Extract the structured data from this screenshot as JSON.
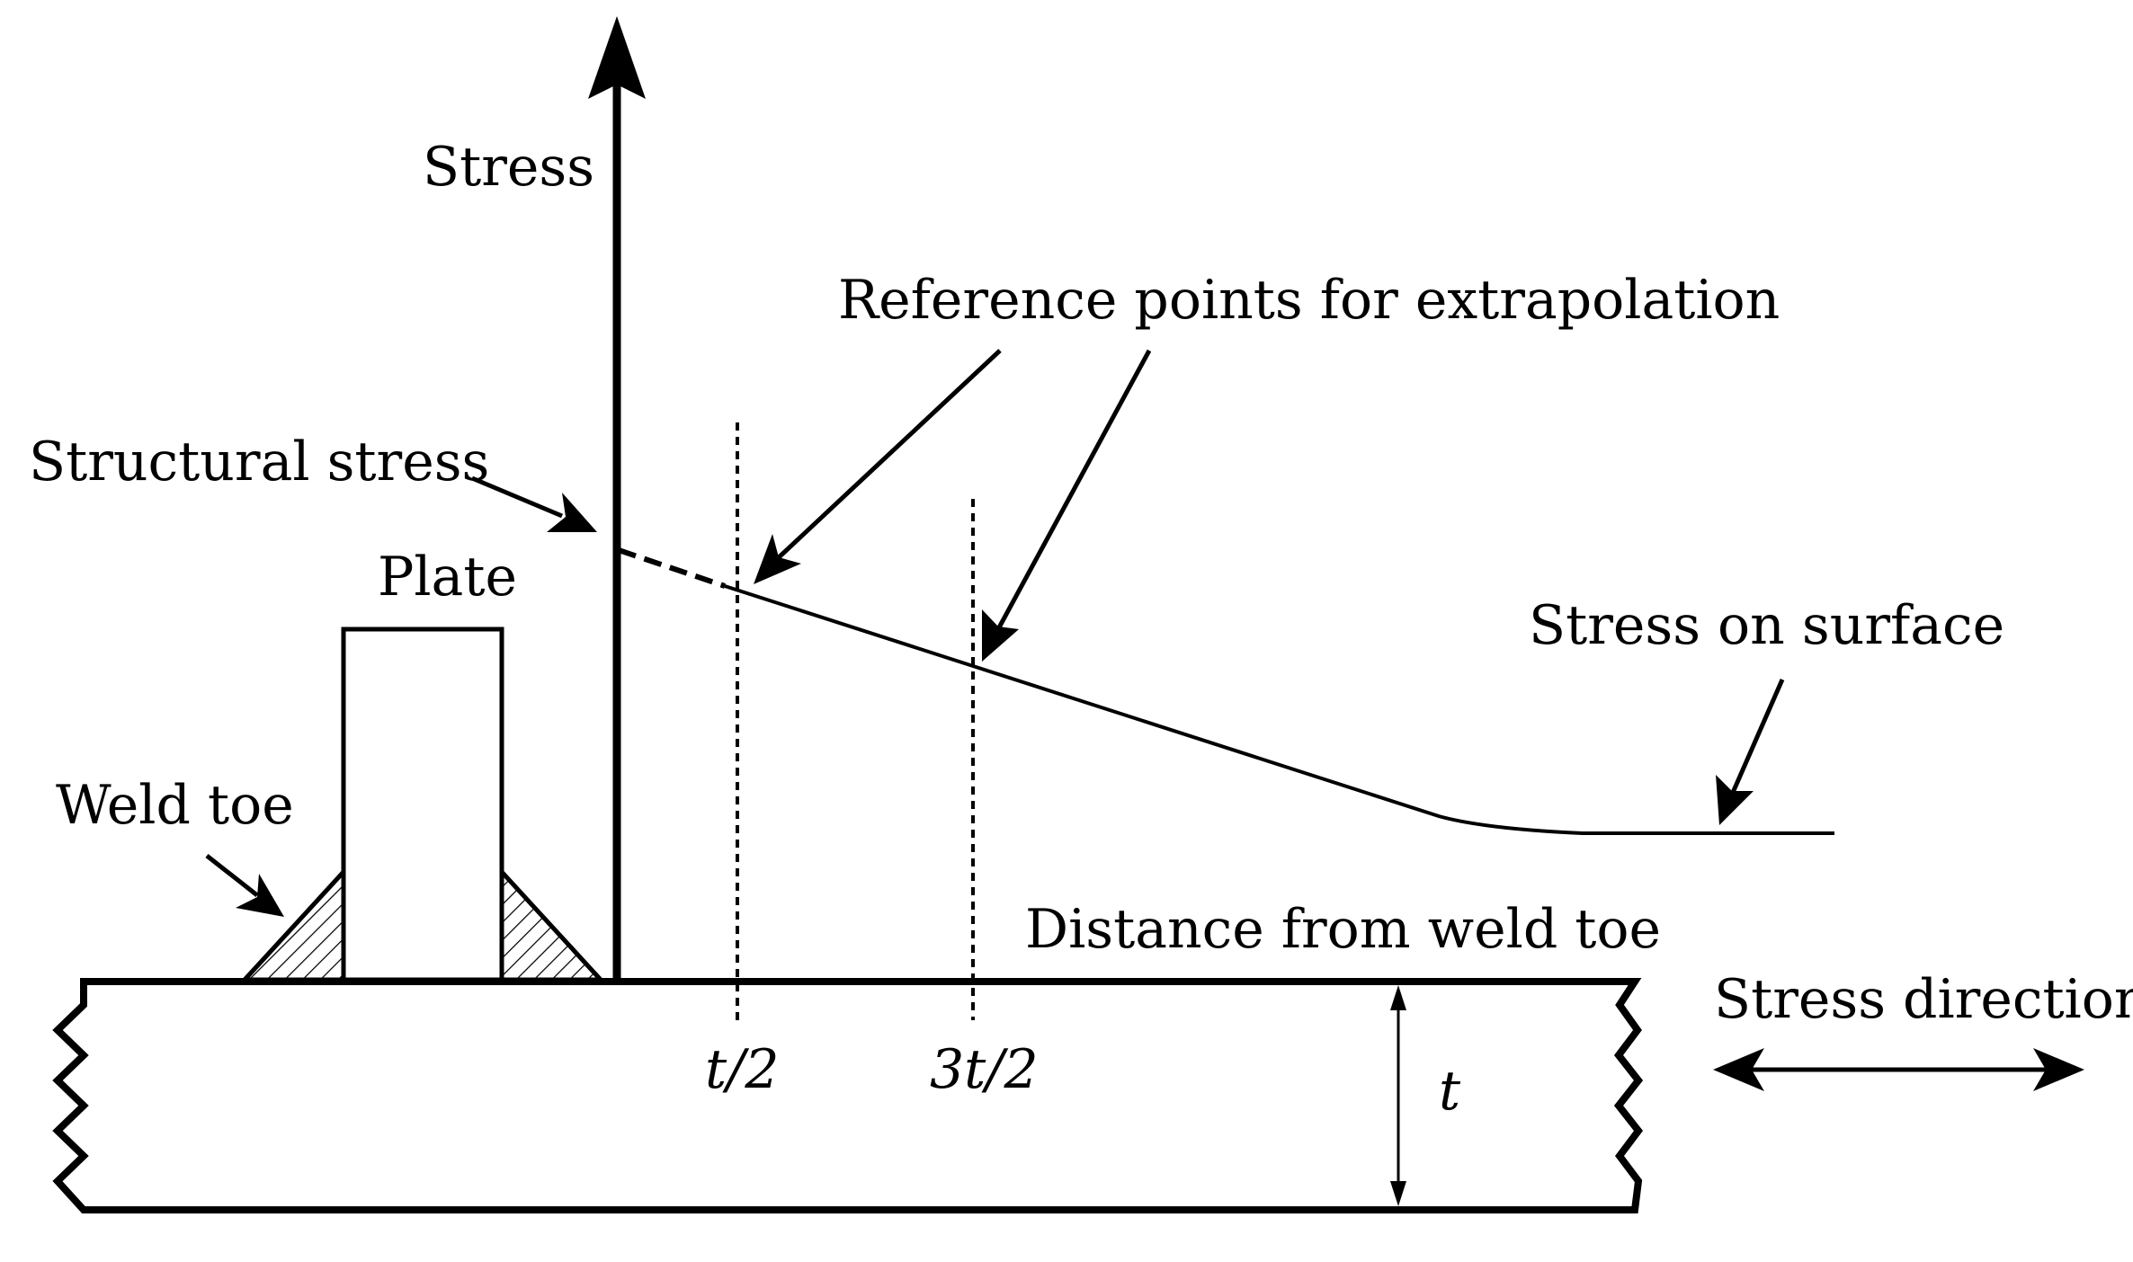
{
  "labels": {
    "stress_axis": "Stress",
    "reference_points": "Reference points for extrapolation",
    "structural_stress": "Structural stress",
    "plate": "Plate",
    "stress_on_surface": "Stress on surface",
    "weld_toe": "Weld toe",
    "distance_from_weld_toe": "Distance from weld toe",
    "stress_direction": "Stress direction",
    "half_t": "t/2",
    "three_half_t": "3t/2",
    "thickness": "t"
  }
}
